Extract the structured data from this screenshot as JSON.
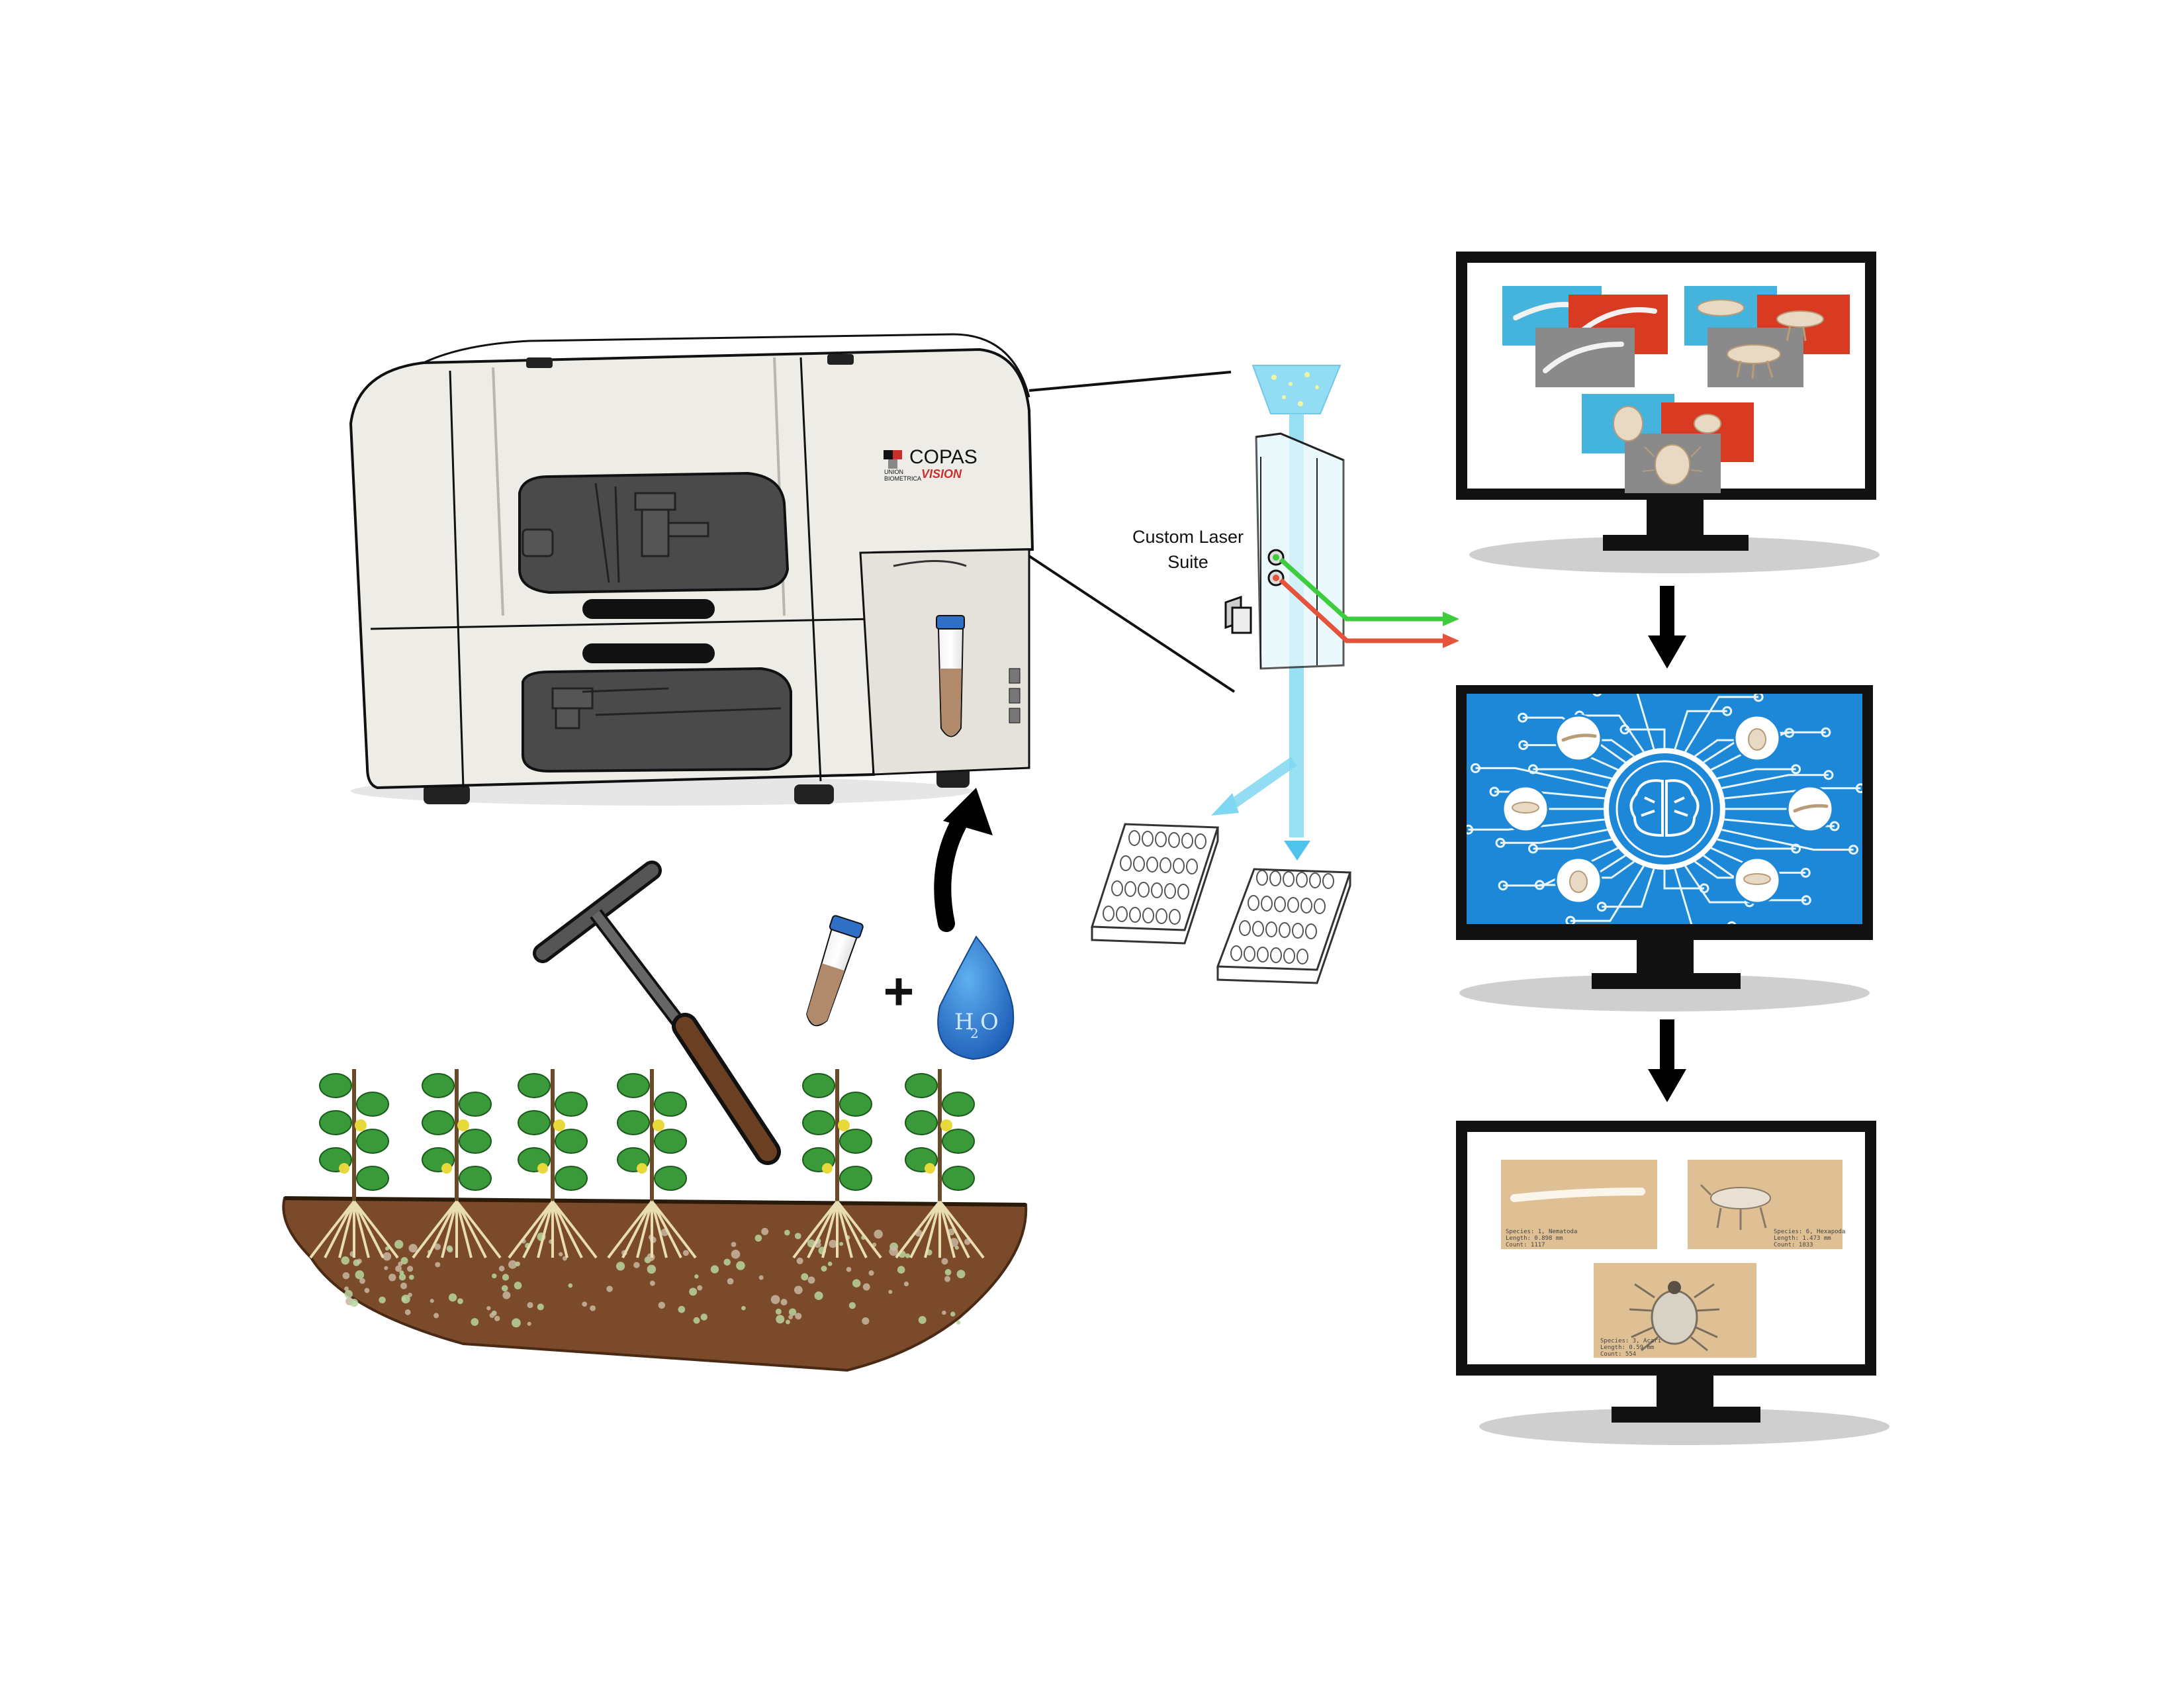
{
  "instrument": {
    "brand_line1": "UNION",
    "brand_line2": "BIOMETRICA",
    "model": "COPAS",
    "model_sub": "VISION"
  },
  "laser": {
    "label_line1": "Custom Laser",
    "label_line2": "Suite"
  },
  "reagent": {
    "plus": "+",
    "water_h": "H",
    "water_sub": "2",
    "water_o": "O"
  },
  "results": [
    {
      "species": "Species: 1, Nematoda",
      "length": "Length: 0.898 mm",
      "count": "Count: 1117"
    },
    {
      "species": "Species: 6, Hexapoda",
      "length": "Length: 1.473 mm",
      "count": "Count: 1833"
    },
    {
      "species": "Species: 3, Acari",
      "length": "Length: 0.59 mm",
      "count": "Count: 554"
    }
  ],
  "colors": {
    "machine_body": "#eeece6",
    "machine_window": "#4a4a4a",
    "beam": "#7fd8f2",
    "laser_green": "#3dcc3d",
    "laser_red": "#e4533a",
    "thumb_blue": "#45b4dc",
    "thumb_red": "#d93a22",
    "thumb_gray": "#8a8a8a",
    "circuit_bg": "#1e88d8",
    "result_tan": "#dfc095",
    "soil": "#7a4a2a",
    "leaf": "#3a9a3a",
    "flower": "#e8d93a",
    "water_drop": "#2a7fd0",
    "monitor_frame": "#111111"
  },
  "icons": [
    "soil-probe-icon",
    "sample-tube-icon",
    "water-drop-icon",
    "monitor-icon",
    "brain-icon",
    "nematode-icon",
    "springtail-icon",
    "mite-icon",
    "well-plate-icon",
    "arrow-down-icon"
  ]
}
